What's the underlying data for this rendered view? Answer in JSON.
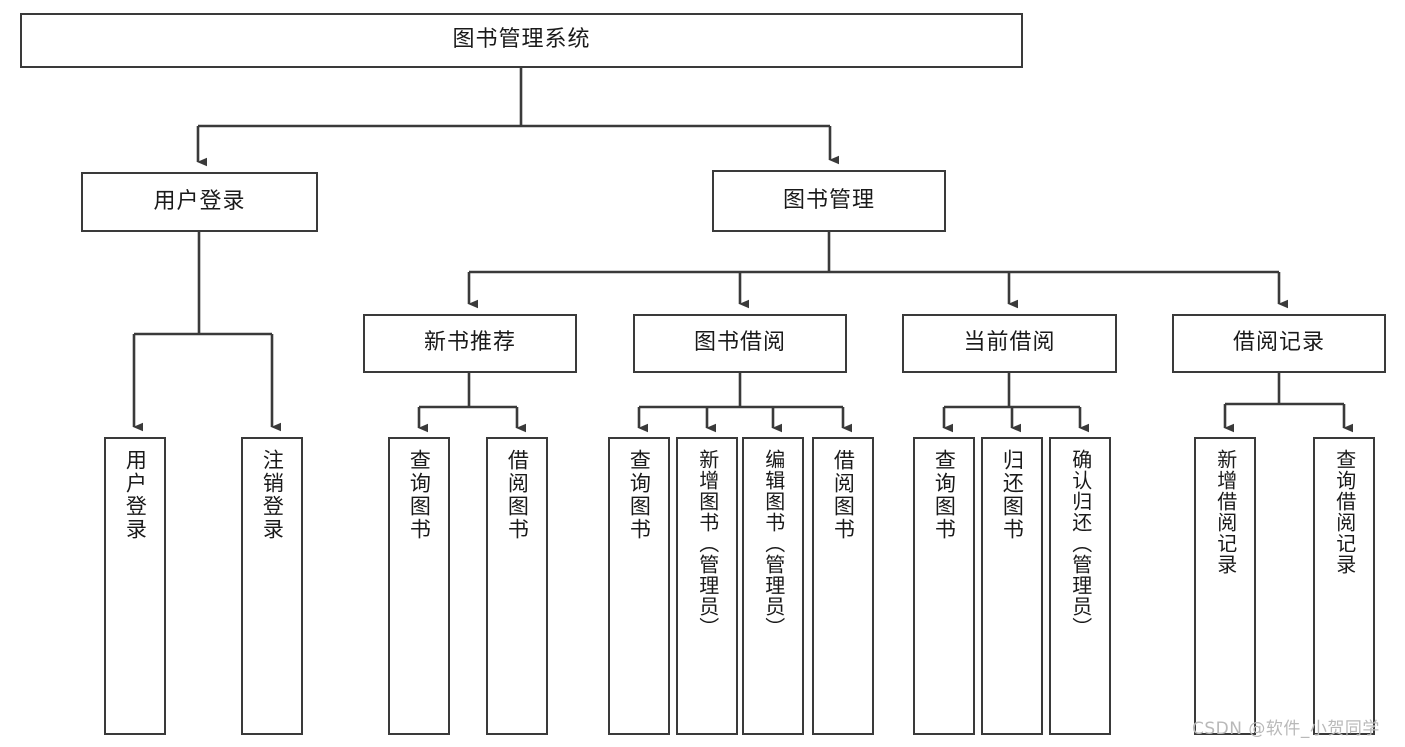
{
  "diagram": {
    "type": "tree-hierarchy",
    "title": "图书管理系统",
    "orientation": "top-down",
    "colors": {
      "box_border": "#3a3a3a",
      "box_fill": "#ffffff",
      "edge": "#3a3a3a",
      "text": "#1a1a1a",
      "watermark": "#b9b9b9",
      "background": "#ffffff"
    },
    "nodes": {
      "root": {
        "label": "图书管理系统"
      },
      "level2": [
        {
          "id": "user-login",
          "label": "用户登录"
        },
        {
          "id": "book-management",
          "label": "图书管理"
        }
      ],
      "level3": [
        {
          "id": "new-book-recommend",
          "label": "新书推荐"
        },
        {
          "id": "book-borrow",
          "label": "图书借阅"
        },
        {
          "id": "current-borrow",
          "label": "当前借阅"
        },
        {
          "id": "borrow-record",
          "label": "借阅记录"
        }
      ],
      "leaves": {
        "user-login": [
          {
            "id": "leaf-user-login",
            "label": "用户登录"
          },
          {
            "id": "leaf-logout-login",
            "label": "注销登录"
          }
        ],
        "new-book-recommend": [
          {
            "id": "leaf-query-book-1",
            "label": "查询图书"
          },
          {
            "id": "leaf-borrow-book-1",
            "label": "借阅图书"
          }
        ],
        "book-borrow": [
          {
            "id": "leaf-query-book-2",
            "label": "查询图书"
          },
          {
            "id": "leaf-add-book",
            "label": "新增图书（管理员）"
          },
          {
            "id": "leaf-edit-book",
            "label": "编辑图书（管理员）"
          },
          {
            "id": "leaf-borrow-book-2",
            "label": "借阅图书"
          }
        ],
        "current-borrow": [
          {
            "id": "leaf-query-book-3",
            "label": "查询图书"
          },
          {
            "id": "leaf-return-book",
            "label": "归还图书"
          },
          {
            "id": "leaf-confirm-return",
            "label": "确认归还（管理员）"
          }
        ],
        "borrow-record": [
          {
            "id": "leaf-add-record",
            "label": "新增借阅记录"
          },
          {
            "id": "leaf-query-record",
            "label": "查询借阅记录"
          }
        ]
      }
    },
    "watermark": "CSDN @软件_小贺同学"
  }
}
